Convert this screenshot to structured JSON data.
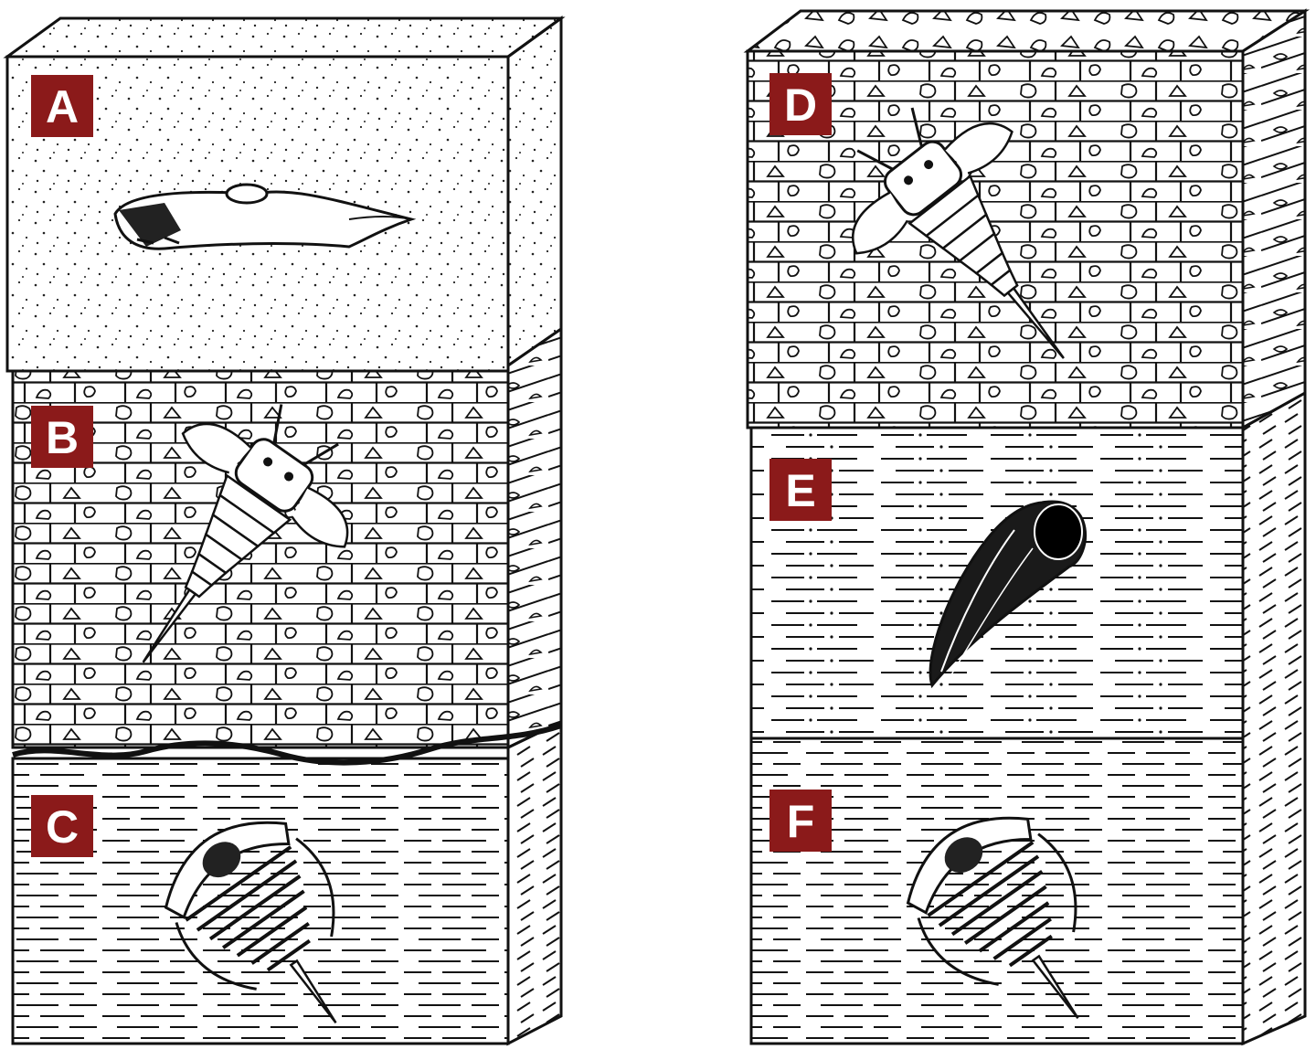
{
  "colors": {
    "label_bg": "#8b1a1a",
    "label_fg": "#ffffff",
    "ink": "#111111",
    "paper": "#ffffff"
  },
  "columns": [
    {
      "id": "left",
      "layers": [
        {
          "label": "A",
          "rock": "sandstone",
          "fossil": "fish-fossil"
        },
        {
          "label": "B",
          "rock": "limestone",
          "fossil": "eurypterid-fossil"
        },
        {
          "label": "C",
          "rock": "shale",
          "fossil": "trilobite-fossil"
        }
      ]
    },
    {
      "id": "right",
      "layers": [
        {
          "label": "D",
          "rock": "limestone",
          "fossil": "eurypterid-fossil"
        },
        {
          "label": "E",
          "rock": "siltstone",
          "fossil": "horn-coral-fossil"
        },
        {
          "label": "F",
          "rock": "shale",
          "fossil": "trilobite-fossil"
        }
      ]
    }
  ]
}
